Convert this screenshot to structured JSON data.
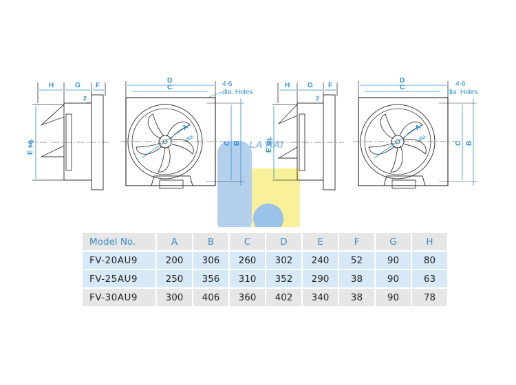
{
  "diagram": {
    "side_labels": {
      "h": "H",
      "g": "G",
      "f": "F",
      "two": "2",
      "e": "E sq."
    },
    "front_labels": {
      "d": "D",
      "c": "C",
      "b": "B",
      "dia": "dia.",
      "a": "A",
      "holes_line1": "4-6",
      "holes_line2": "dia. Holes"
    },
    "watermark": "LA HAI"
  },
  "table": {
    "headers": [
      "Model No.",
      "A",
      "B",
      "C",
      "D",
      "E",
      "F",
      "G",
      "H"
    ],
    "rows": [
      [
        "FV-20AU9",
        "200",
        "306",
        "260",
        "302",
        "240",
        "52",
        "90",
        "80"
      ],
      [
        "FV-25AU9",
        "250",
        "356",
        "310",
        "352",
        "290",
        "38",
        "90",
        "63"
      ],
      [
        "FV-30AU9",
        "300",
        "406",
        "360",
        "402",
        "340",
        "38",
        "90",
        "78"
      ]
    ]
  },
  "colors": {
    "dimension_blue": "#2a8fce",
    "header_text": "#3e8cc2",
    "row_blue": "#d7e9f7",
    "row_grey": "#e6e6e6",
    "watermark_blue": "#a8c8ea",
    "watermark_yellow": "#f6e96a"
  }
}
